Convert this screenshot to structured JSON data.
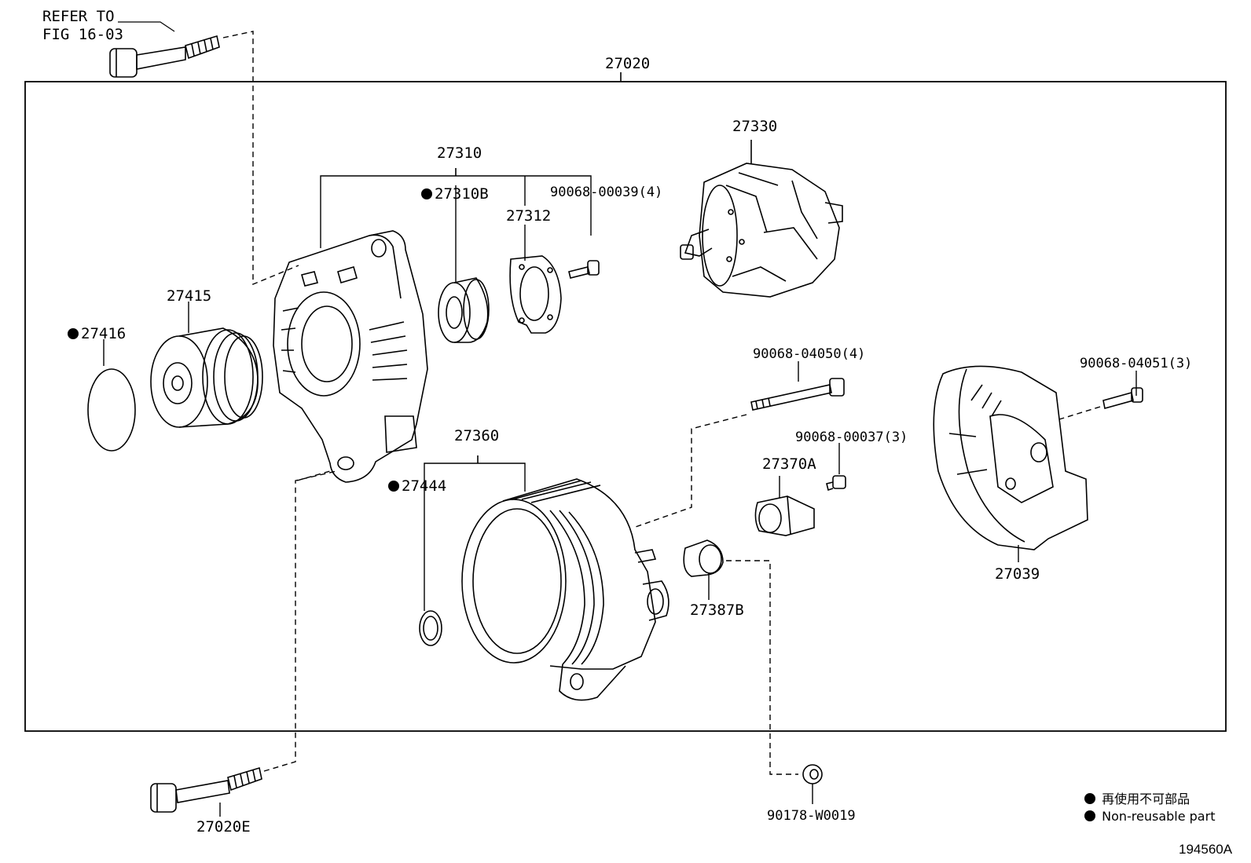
{
  "refer": {
    "line1": "REFER TO",
    "line2": "FIG 16-03"
  },
  "parts": {
    "p27020": "27020",
    "p27310": "27310",
    "p27310B": "27310B",
    "p27312": "27312",
    "p90068_00039": "90068-00039(4)",
    "p27330": "27330",
    "p27415": "27415",
    "p27416": "27416",
    "p90068_04050": "90068-04050(4)",
    "p90068_04051": "90068-04051(3)",
    "p27360": "27360",
    "p90068_00037": "90068-00037(3)",
    "p27370A": "27370A",
    "p27444": "27444",
    "p27039": "27039",
    "p27387B": "27387B",
    "p27020E": "27020E",
    "p90178_W0019": "90178-W0019"
  },
  "legend": {
    "jp": "再使用不可部品",
    "en": "Non-reusable part"
  },
  "figure_id": "194560A",
  "icons": [
    "non-reusable-dot-icon"
  ]
}
